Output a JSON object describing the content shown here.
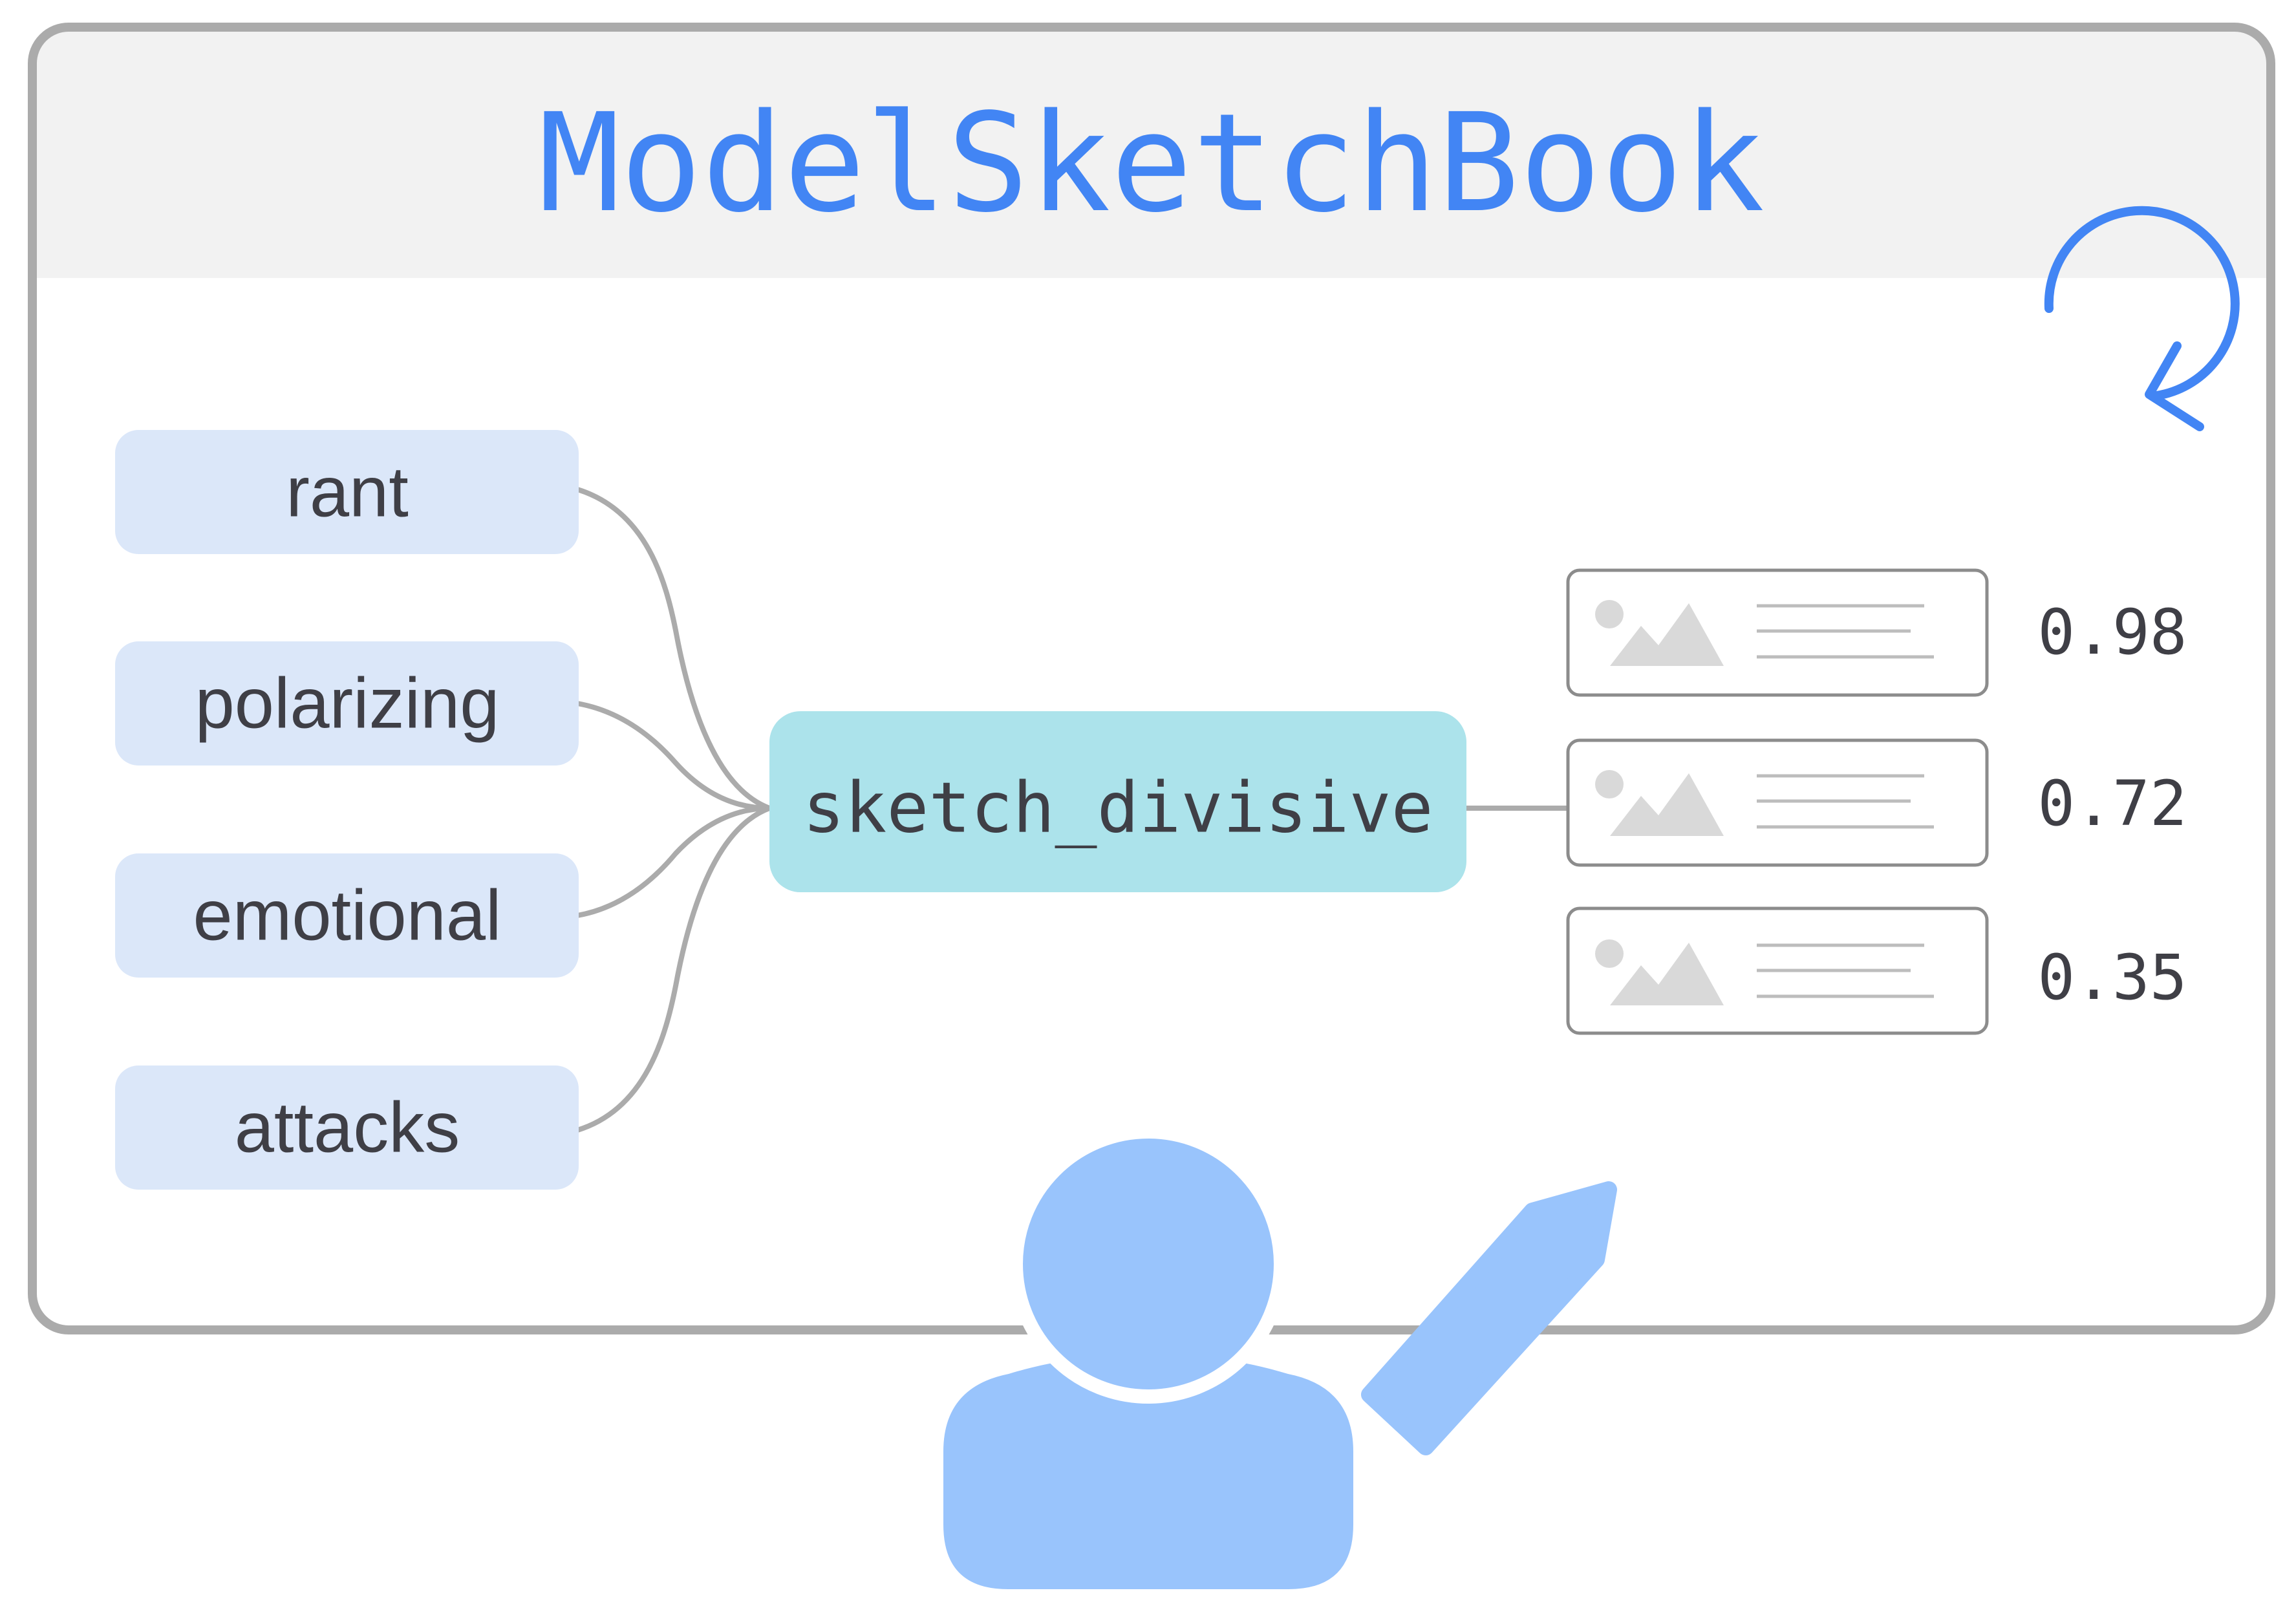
{
  "app": {
    "title": "ModelSketchBook",
    "accent_color": "#4285F4",
    "header_bg": "#F2F2F2",
    "frame_color": "#ABABAB"
  },
  "concepts": {
    "items": [
      {
        "label": "rant"
      },
      {
        "label": "polarizing"
      },
      {
        "label": "emotional"
      },
      {
        "label": "attacks"
      }
    ],
    "fill": "#DBE7F9",
    "text_color": "#3F3F46"
  },
  "sketch": {
    "label": "sketch_divisive",
    "fill": "#ACE3EB"
  },
  "results": {
    "items": [
      {
        "score": "0.98",
        "icon": "image-placeholder-icon"
      },
      {
        "score": "0.72",
        "icon": "image-placeholder-icon"
      },
      {
        "score": "0.35",
        "icon": "image-placeholder-icon"
      }
    ]
  },
  "icons": {
    "refresh": "refresh-icon",
    "user": "user-icon",
    "pencil": "pencil-icon"
  },
  "user_color": "#99C4FC"
}
